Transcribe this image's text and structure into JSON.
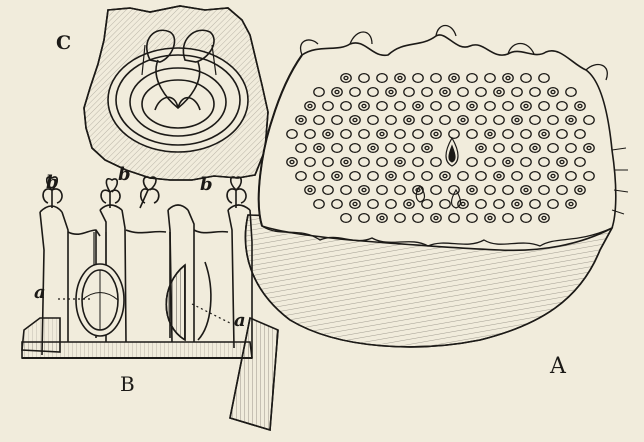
{
  "figure": {
    "labels": {
      "c": "C",
      "b1": "b",
      "b2": "b",
      "b3": "b",
      "a_left": "a",
      "a_right": "a",
      "b_panel": "B",
      "a_panel": "A"
    },
    "colors": {
      "paper": "#f1ecdc",
      "ink": "#1c1a17"
    }
  }
}
